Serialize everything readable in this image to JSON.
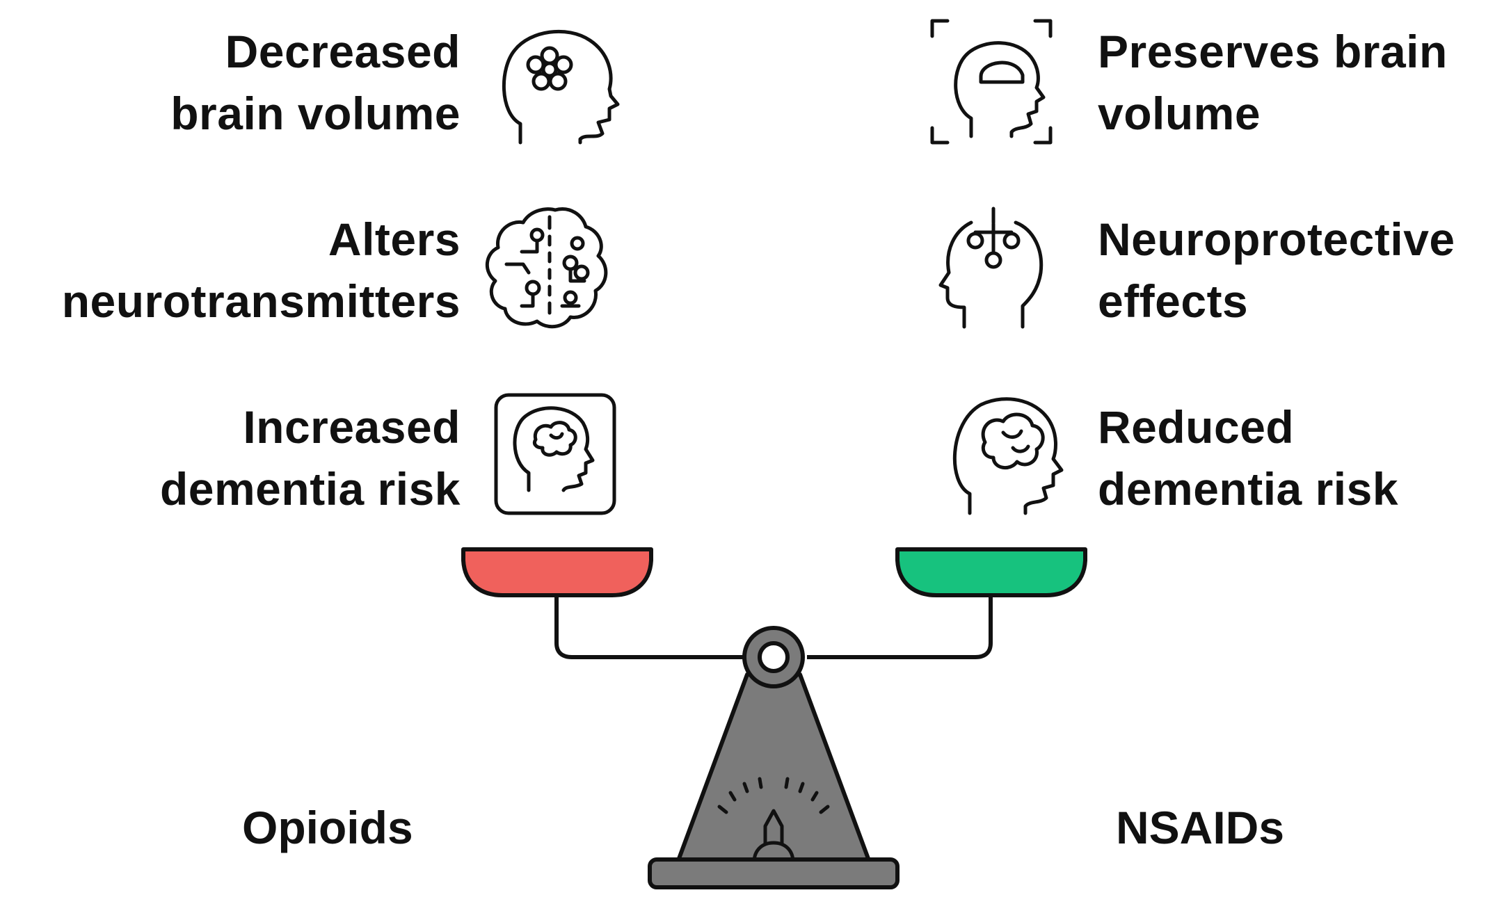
{
  "left": {
    "effects": [
      {
        "line1": "Decreased",
        "line2": "brain volume",
        "icon": "brain-flower-head-icon"
      },
      {
        "line1": "Alters",
        "line2": "neurotransmitters",
        "icon": "neural-brain-icon"
      },
      {
        "line1": "Increased",
        "line2": "dementia risk",
        "icon": "framed-brain-head-icon"
      }
    ],
    "drug": "Opioids",
    "pan_color": "#f0615c"
  },
  "right": {
    "effects": [
      {
        "line1": "Preserves brain",
        "line2": "volume",
        "icon": "brain-scan-head-icon"
      },
      {
        "line1": "Neuroprotective",
        "line2": "effects",
        "icon": "head-balance-icon"
      },
      {
        "line1": "Reduced",
        "line2": "dementia risk",
        "icon": "brain-head-icon"
      }
    ],
    "drug": "NSAIDs",
    "pan_color": "#17c27e"
  },
  "scale": {
    "icon": "balance-scale-icon",
    "body_color": "#7b7b7b"
  }
}
